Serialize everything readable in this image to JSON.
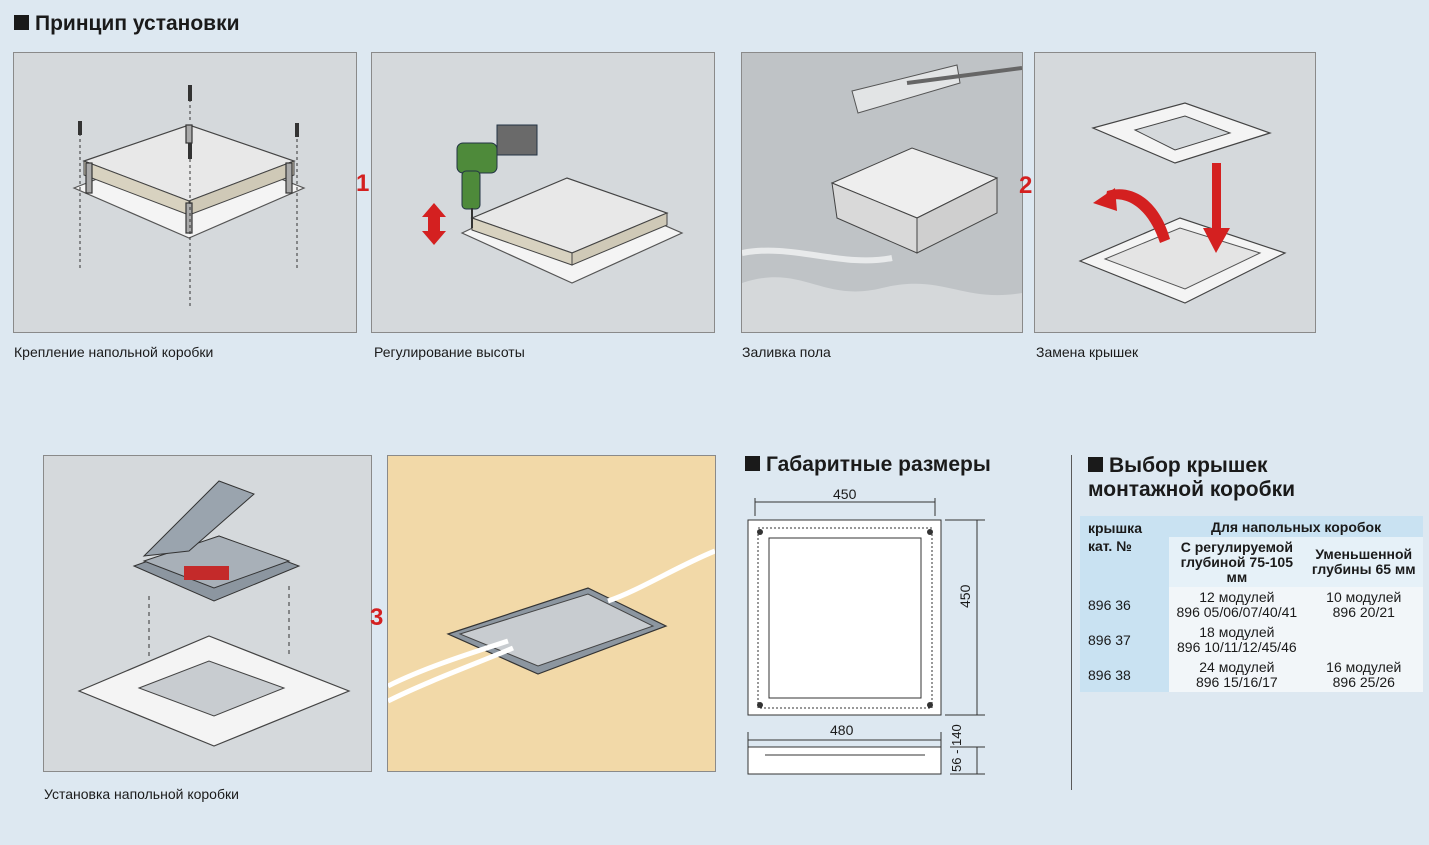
{
  "sections": {
    "install_title": "Принцип установки",
    "dims_title": "Габаритные размеры",
    "covers_title_line1": "Выбор крышек",
    "covers_title_line2": "монтажной коробки"
  },
  "steps": {
    "one": "1",
    "two": "2",
    "three": "3"
  },
  "captions": {
    "fixing": "Крепление напольной коробки",
    "height": "Регулирование высоты",
    "pouring": "Заливка пола",
    "replace": "Замена крышек",
    "install": "Установка напольной коробки"
  },
  "dimensions": {
    "width_top": "450",
    "height_side": "450",
    "width_bottom": "480",
    "depth_range": "56 - 140"
  },
  "table": {
    "col_cover": "крышка кат. №",
    "col_group": "Для напольных коробок",
    "col_adjustable": "С регулируемой глубиной 75-105 мм",
    "col_reduced": "Уменьшенной глубины 65 мм",
    "rows": [
      {
        "cat": "896 36",
        "adj1": "12 модулей",
        "adj2": "896 05/06/07/40/41",
        "red1": "10 модулей",
        "red2": "896 20/21"
      },
      {
        "cat": "896 37",
        "adj1": "18 модулей",
        "adj2": "896 10/11/12/45/46",
        "red1": "",
        "red2": ""
      },
      {
        "cat": "896 38",
        "adj1": "24 модулей",
        "adj2": "896 15/16/17",
        "red1": "16 модулей",
        "red2": "896 25/26"
      }
    ]
  },
  "colors": {
    "background": "#dde8f1",
    "panel": "#d5d9dc",
    "accent_red": "#d42020",
    "floor_beige": "#f2d9a8",
    "table_blue": "#c9e2f2"
  }
}
